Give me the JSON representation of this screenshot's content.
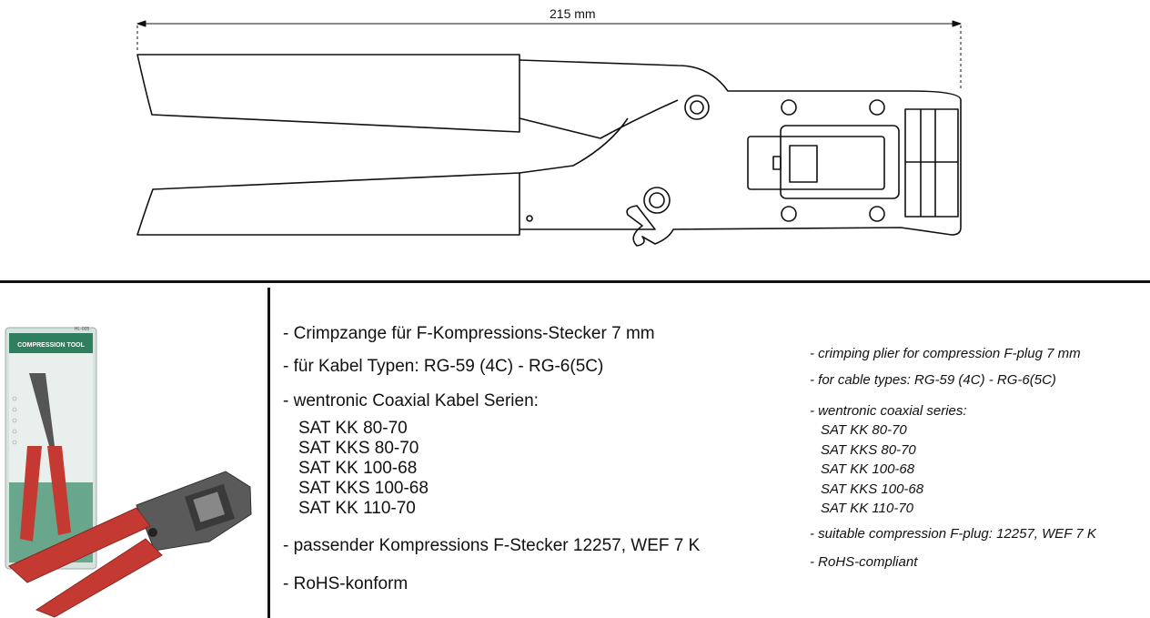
{
  "drawing": {
    "dimension_label": "215 mm"
  },
  "photo": {
    "package_label": "COMPRESSION TOOL",
    "model_label": "HL-005"
  },
  "german": {
    "item1": "- Crimpzange für F-Kompressions-Stecker 7 mm",
    "item2": "- für Kabel Typen: RG-59 (4C) - RG-6(5C)",
    "item3": "- wentronic Coaxial Kabel Serien:",
    "series": [
      "SAT KK 80-70",
      "SAT KKS 80-70",
      "SAT KK 100-68",
      "SAT KKS 100-68",
      "SAT KK 110-70"
    ],
    "item4": "- passender Kompressions F-Stecker 12257, WEF 7 K",
    "item5": "- RoHS-konform"
  },
  "english": {
    "item1": "- crimping plier for compression F-plug 7 mm",
    "item2": "- for cable types: RG-59 (4C) - RG-6(5C)",
    "item3": "- wentronic coaxial series:",
    "series": [
      "SAT KK 80-70",
      "SAT KKS 80-70",
      "SAT KK 100-68",
      "SAT KKS 100-68",
      "SAT KK 110-70"
    ],
    "item4": "- suitable compression F-plug: 12257, WEF 7 K",
    "item5": "- RoHS-compliant"
  }
}
